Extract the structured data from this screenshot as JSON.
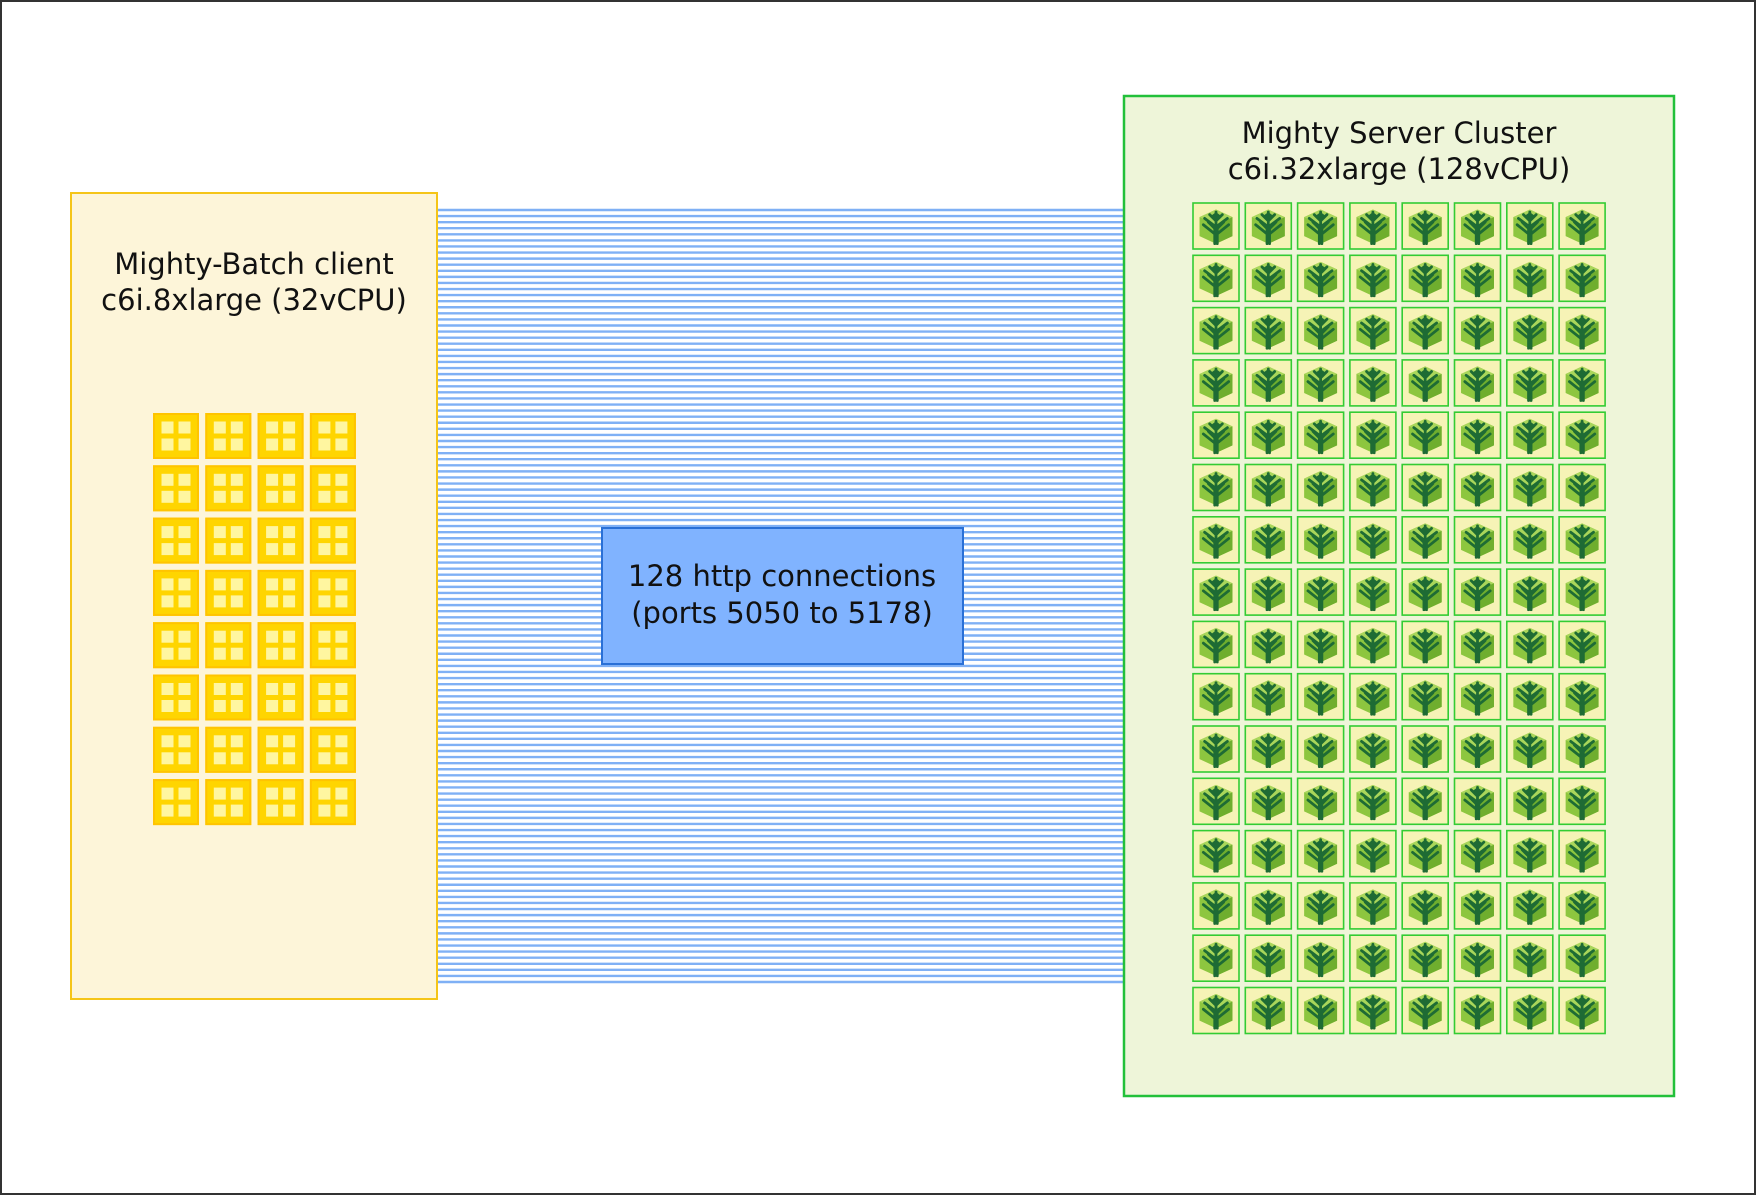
{
  "client": {
    "title_line1": "Mighty-Batch client",
    "title_line2": "c6i.8xlarge (32vCPU)",
    "fill": "#fdf5d9",
    "border": "#f5c518",
    "cpu_rows": 8,
    "cpu_cols": 4,
    "cpu_count": 32,
    "cpu_icon": "cpu-core-icon",
    "cpu_color": "#ffd500"
  },
  "connections": {
    "label_line1": "128 http connections",
    "label_line2": "(ports 5050 to 5178)",
    "count": 128,
    "line_color": "#7fb0f5",
    "label_fill": "#80b3ff",
    "label_border": "#2a70d6"
  },
  "server": {
    "title_line1": "Mighty Server Cluster",
    "title_line2": "c6i.32xlarge (128vCPU)",
    "fill": "#eef5d9",
    "border": "#22c03a",
    "instance_rows": 16,
    "instance_cols": 8,
    "instance_count": 128,
    "instance_icon": "tree-box-icon",
    "tile_fill": "#f6f3b6",
    "tile_border": "#33cc33",
    "light_green": "#8dc63f",
    "dark_green": "#1e6b34"
  },
  "frame_border": "#333333"
}
